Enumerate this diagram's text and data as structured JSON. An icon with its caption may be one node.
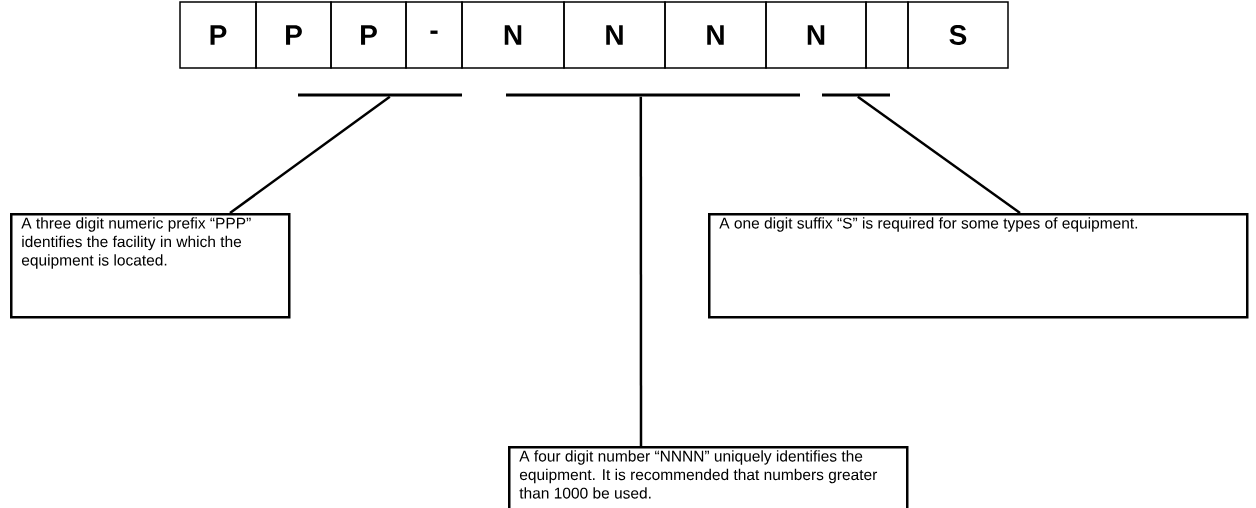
{
  "diagram": {
    "nodes": [
      {
        "text": [
          "P"
        ]
      },
      {
        "text": [
          "P"
        ]
      },
      {
        "text": [
          "P"
        ]
      },
      {
        "text": [
          "-"
        ]
      },
      {
        "text": [
          "N"
        ]
      },
      {
        "text": [
          "N"
        ]
      },
      {
        "text": [
          "N"
        ]
      },
      {
        "text": [
          "N"
        ]
      },
      {
        "text": [],
        "shape": "box"
      },
      {
        "text": [
          "S"
        ]
      },
      {
        "text": [],
        "shape": "bar"
      },
      {
        "text": [],
        "shape": "bar"
      },
      {
        "text": [],
        "shape": "bar"
      },
      {
        "text": [
          "A three digit numeric prefix “PPP” identifies the facility in which the equipment is located."
        ]
      },
      {
        "text": [
          "A one digit suffix “S” is required for some types of equipment."
        ]
      },
      {
        "text": [
          "A four digit number “NNNN” uniquely identifies the equipment. It is recommended that numbers greater than 1000 be used."
        ]
      }
    ],
    "edges": [
      {
        "from": 13,
        "to": 10,
        "arrow": "none"
      },
      {
        "from": 15,
        "to": 11,
        "arrow": "none"
      },
      {
        "from": 14,
        "to": 12,
        "arrow": "none"
      }
    ]
  }
}
